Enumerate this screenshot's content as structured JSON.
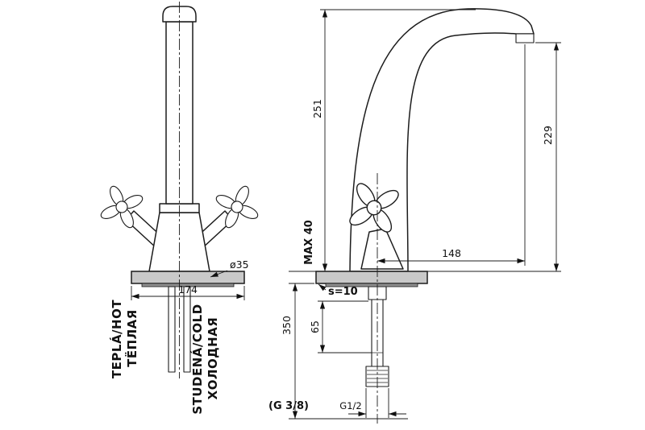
{
  "front_view": {
    "hot_label_primary": "TEPLÁ/HOT",
    "hot_label_secondary": "ТЁПЛАЯ",
    "cold_label_primary": "STUDENÁ/COLD",
    "cold_label_secondary": "ХОЛОДНАЯ",
    "dim_plate_diameter": "ø35",
    "dim_base_width": "174"
  },
  "side_view": {
    "dim_height_spout_top": "251",
    "dim_height_outlet": "229",
    "dim_spout_reach": "148",
    "dim_max_deck_thickness": "MAX 40",
    "dim_plate_thickness": "s=10",
    "dim_shank_length": "65",
    "dim_tube_length": "350",
    "supply_thread": "(G 3/8)",
    "connector_thread": "G1/2"
  }
}
